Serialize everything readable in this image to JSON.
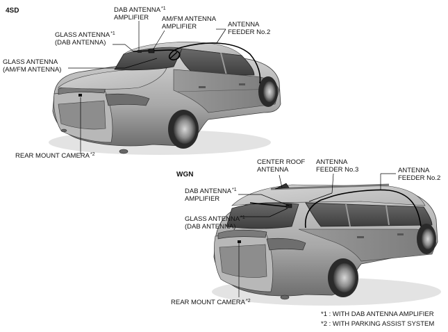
{
  "sections": {
    "sedan": "4SD",
    "wagon": "WGN"
  },
  "sedan_labels": {
    "dab_amp_line1": "DAB ANTENNA",
    "dab_amp_line2": "AMPLIFIER",
    "dab_amp_mark": "*1",
    "amfm_amp_line1": "AM/FM ANTENNA",
    "amfm_amp_line2": "AMPLIFIER",
    "glass_dab_line1": "GLASS ANTENNA",
    "glass_dab_line2": "(DAB ANTENNA)",
    "glass_dab_mark": "*1",
    "glass_amfm_line1": "GLASS ANTENNA",
    "glass_amfm_line2": "(AM/FM ANTENNA)",
    "feeder2_line1": "ANTENNA",
    "feeder2_line2": "FEEDER No.2",
    "camera": "REAR MOUNT CAMERA",
    "camera_mark": "*2"
  },
  "wagon_labels": {
    "center_roof_line1": "CENTER ROOF",
    "center_roof_line2": "ANTENNA",
    "feeder3_line1": "ANTENNA",
    "feeder3_line2": "FEEDER No.3",
    "feeder2_line1": "ANTENNA",
    "feeder2_line2": "FEEDER No.2",
    "dab_amp_line1": "DAB ANTENNA",
    "dab_amp_line2": "AMPLIFIER",
    "dab_amp_mark": "*1",
    "glass_dab_line1": "GLASS ANTENNA",
    "glass_dab_line2": "(DAB ANTENNA)",
    "glass_dab_mark": "*1",
    "camera": "REAR MOUNT CAMERA",
    "camera_mark": "*2"
  },
  "notes": {
    "note1": "*1 : WITH DAB ANTENNA AMPLIFIER",
    "note2": "*2 : WITH PARKING ASSIST SYSTEM"
  },
  "colors": {
    "body_light": "#bdbdbd",
    "body_mid": "#8e8e8e",
    "body_dark": "#4a4a4a",
    "glass": "#5a5a5a",
    "cable": "#000000"
  }
}
